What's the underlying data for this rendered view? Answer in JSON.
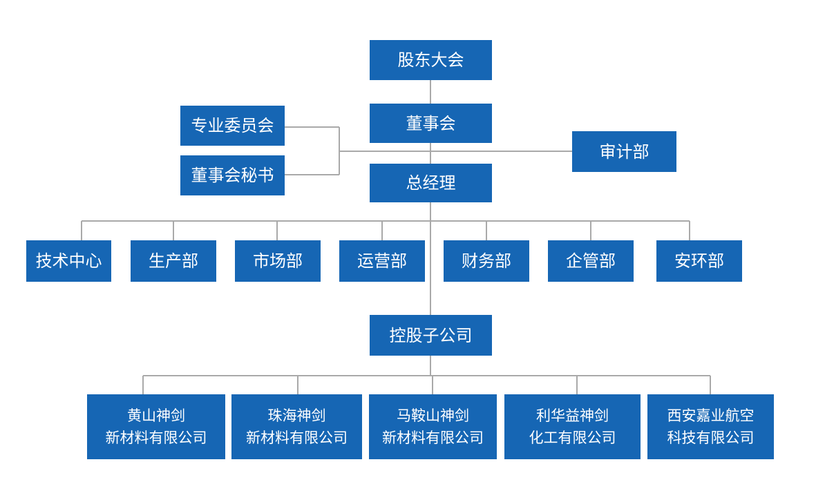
{
  "colors": {
    "box": "#1666b4",
    "text": "#ffffff",
    "connector": "#a9a9a9"
  },
  "top": {
    "shareholders": "股东大会",
    "board": "董事会",
    "committee": "专业委员会",
    "secretary": "董事会秘书",
    "audit": "审计部",
    "gm": "总经理"
  },
  "departments": [
    "技术中心",
    "生产部",
    "市场部",
    "运营部",
    "财务部",
    "企管部",
    "安环部"
  ],
  "holding": "控股子公司",
  "subsidiaries": [
    {
      "line1": "黄山神剑",
      "line2": "新材料有限公司"
    },
    {
      "line1": "珠海神剑",
      "line2": "新材料有限公司"
    },
    {
      "line1": "马鞍山神剑",
      "line2": "新材料有限公司"
    },
    {
      "line1": "利华益神剑",
      "line2": "化工有限公司"
    },
    {
      "line1": "西安嘉业航空",
      "line2": "科技有限公司"
    }
  ]
}
